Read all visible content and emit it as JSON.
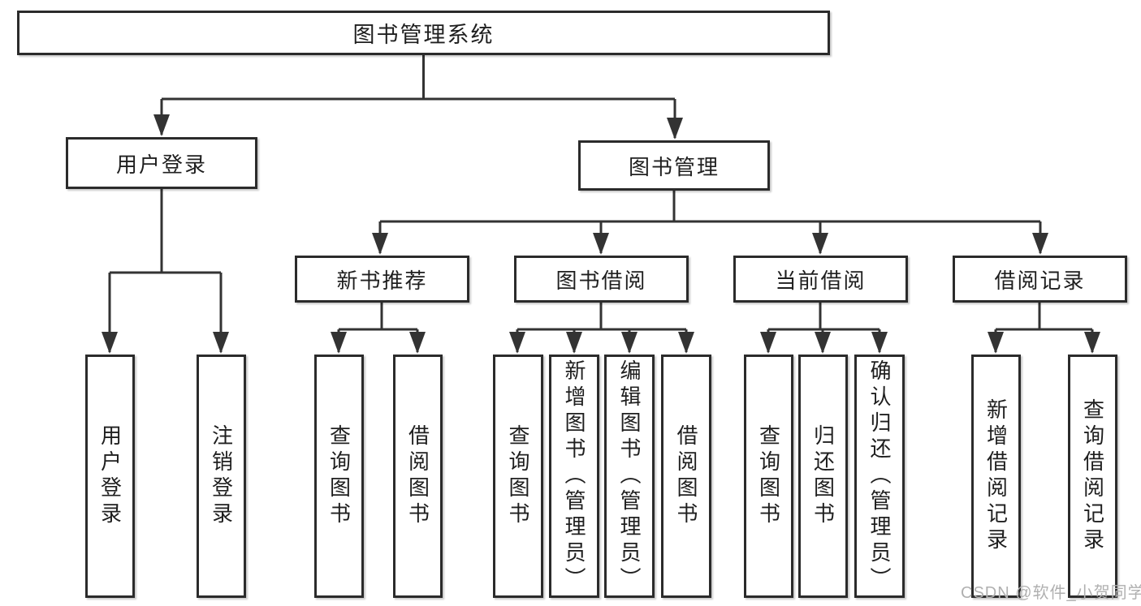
{
  "diagram": {
    "root": {
      "label": "图书管理系统"
    },
    "level1": {
      "user_login": {
        "label": "用户登录"
      },
      "book_mgmt": {
        "label": "图书管理"
      }
    },
    "level2": {
      "new_book": {
        "label": "新书推荐"
      },
      "borrow": {
        "label": "图书借阅"
      },
      "current": {
        "label": "当前借阅"
      },
      "records": {
        "label": "借阅记录"
      }
    },
    "leaves": {
      "login": {
        "label": "用户登录"
      },
      "logout": {
        "label": "注销登录"
      },
      "nb_query": {
        "label": "查询图书"
      },
      "nb_borrow": {
        "label": "借阅图书"
      },
      "bb_query": {
        "label": "查询图书"
      },
      "bb_add": {
        "label": "新增图书（管理员）"
      },
      "bb_edit": {
        "label": "编辑图书（管理员）"
      },
      "bb_borrow": {
        "label": "借阅图书"
      },
      "cb_query": {
        "label": "查询图书"
      },
      "cb_return": {
        "label": "归还图书"
      },
      "cb_confirm": {
        "label": "确认归还（管理员）"
      },
      "br_add": {
        "label": "新增借阅记录"
      },
      "br_query": {
        "label": "查询借阅记录"
      }
    },
    "watermark": "CSDN @软件_小贺同学",
    "colors": {
      "line": "#333333",
      "border": "#2b2b2b",
      "text": "#1f1f1f",
      "watermark": "#b0b0b0"
    }
  }
}
